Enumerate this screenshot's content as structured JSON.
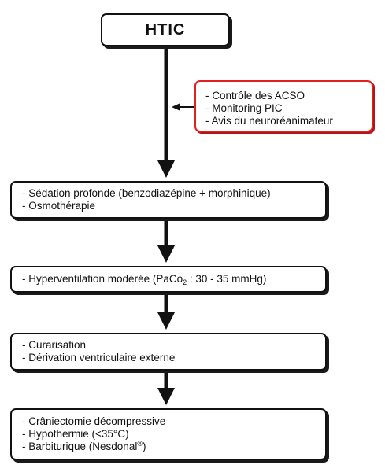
{
  "title": "HTIC",
  "side_box": {
    "lines": [
      "- Contrôle des ACSO",
      "- Monitoring PIC",
      "- Avis du neuroréanimateur"
    ]
  },
  "steps": [
    {
      "lines": [
        "- Sédation profonde (benzodiazépine + morphinique)",
        "- Osmothérapie"
      ]
    },
    {
      "line_parts": {
        "before": "- Hyperventilation modérée (PaCo",
        "subscript": "2",
        "after": " : 30 - 35 mmHg)"
      }
    },
    {
      "lines": [
        "- Curarisation",
        "- Dérivation ventriculaire externe"
      ]
    },
    {
      "lines": [
        "- Crâniectomie décompressive",
        "- Hypothermie (<35°C)"
      ],
      "last_line_parts": {
        "before": "- Barbiturique (Nesdonal",
        "superscript": "®",
        "after": ")"
      }
    }
  ],
  "colors": {
    "main_border": "#111111",
    "side_border": "#e0201e",
    "arrow": "#111111"
  },
  "icons": [
    "arrow-down-icon",
    "arrow-left-icon"
  ]
}
